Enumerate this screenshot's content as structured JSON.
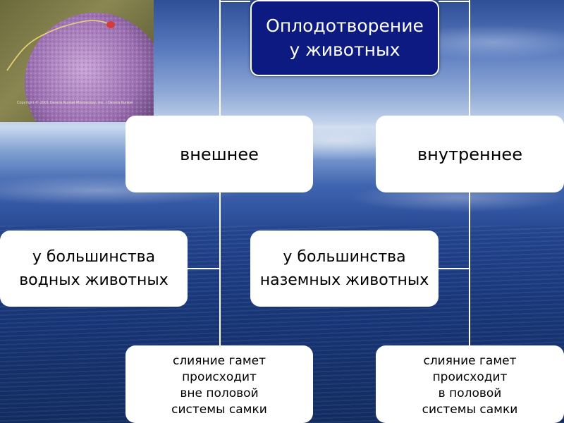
{
  "title": {
    "line1": "Оплодотворение",
    "line2": "у животных"
  },
  "photo": {
    "credit": "Copyright © 2001 Dennis Kunkel Microscopy, Inc. / Dennis Kunkel"
  },
  "types": [
    {
      "label": "внешнее",
      "where_lines": [
        "у большинства",
        "водных животных"
      ],
      "detail_lines": [
        "слияние гамет",
        "происходит",
        "вне половой",
        "системы самки"
      ]
    },
    {
      "label": "внутреннее",
      "where_lines": [
        "у большинства",
        "наземных животных"
      ],
      "detail_lines": [
        "слияние гамет",
        "происходит",
        "в половой",
        "системы самки"
      ]
    }
  ],
  "colors": {
    "title_box": "#0d1a82",
    "boxes": "#ffffff",
    "connectors": "#ffffff"
  }
}
